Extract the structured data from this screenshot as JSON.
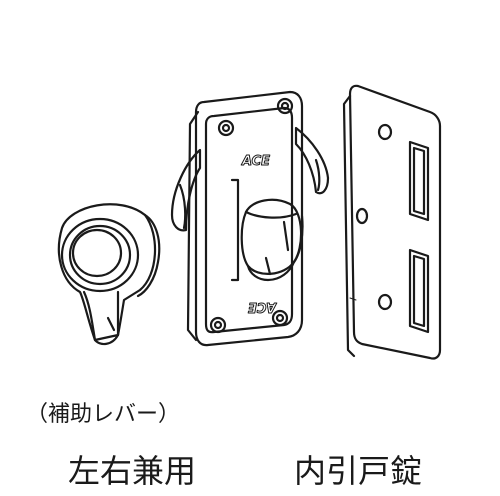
{
  "captions": {
    "sub_label": "（補助レバー）",
    "left_label": "左右兼用",
    "right_label": "内引戸錠"
  },
  "latch": {
    "top_mark": "ACE",
    "bottom_mark": "ACE"
  },
  "colors": {
    "line": "#1a1a1a",
    "fill": "#ffffff"
  }
}
